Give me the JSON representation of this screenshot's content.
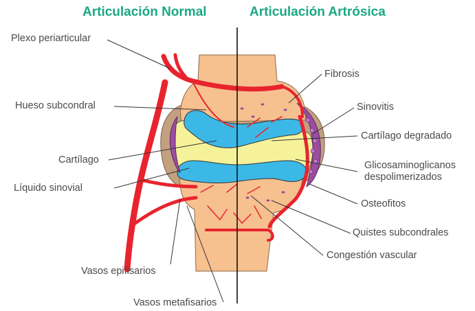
{
  "titles": {
    "normal": "Articulación Normal",
    "arthrosic": "Articulación Artrósica"
  },
  "colors": {
    "title": "#1aa884",
    "bone": "#f6c08f",
    "cartilage": "#3cb8e6",
    "synovial_fluid": "#f6f29a",
    "vessel": "#e8242e",
    "capsule": "#c2a080",
    "synovitis": "#9b4da0",
    "label_text": "#4a4a4a",
    "leader_line": "#333333"
  },
  "labels_left": {
    "plexo": "Plexo periarticular",
    "hueso": "Hueso subcondral",
    "cartilago": "Cartílago",
    "liquido": "Líquido sinovial",
    "epifisarios": "Vasos epifisarios",
    "metafisarios": "Vasos metafisarios"
  },
  "labels_right": {
    "fibrosis": "Fibrosis",
    "sinovitis": "Sinovitis",
    "cartilago_degradado": "Cartílago degradado",
    "glicos_line1": "Glicosaminoglicanos",
    "glicos_line2": "despolimerizados",
    "osteofitos": "Osteofitos",
    "quistes": "Quistes subcondrales",
    "congestion": "Congestión vascular"
  }
}
